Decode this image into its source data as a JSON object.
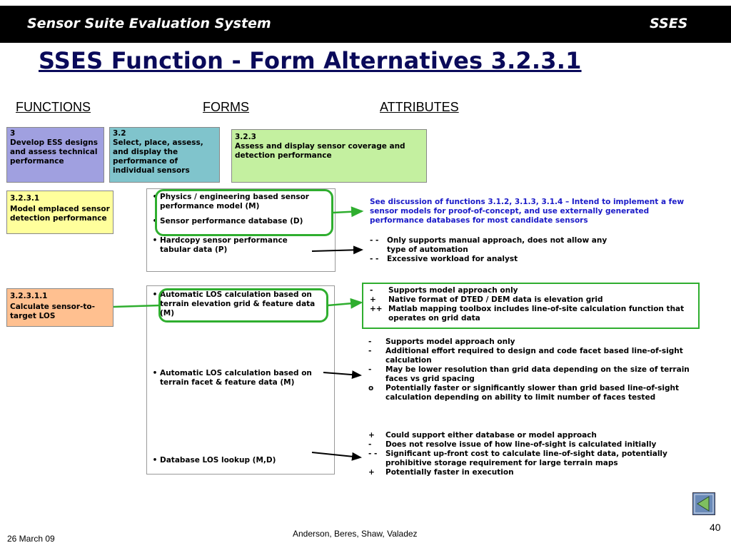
{
  "header": {
    "app_title": "Sensor Suite Evaluation System",
    "app_abbr": "SSES"
  },
  "slide_title": "SSES Function - Form Alternatives 3.2.3.1",
  "columns": {
    "functions": "FUNCTIONS",
    "forms": "FORMS",
    "attributes": "ATTRIBUTES"
  },
  "function_boxes": {
    "f3": {
      "id": "3",
      "text": "Develop ESS designs and assess technical performance",
      "color": "#a0a0e0"
    },
    "f32": {
      "id": "3.2",
      "text": "Select, place,  assess, and display the performance of individual sensors",
      "color": "#80c4cc"
    },
    "f323": {
      "id": "3.2.3",
      "text": "Assess and display sensor coverage and detection performance",
      "color": "#c4f0a0"
    },
    "f3231": {
      "id": "3.2.3.1",
      "text": "Model emplaced sensor detection performance",
      "color": "#ffff9c"
    },
    "f32311": {
      "id": "3.2.3.1.1",
      "text": "Calculate sensor-to-target LOS",
      "color": "#ffc090"
    }
  },
  "forms_1": [
    "Physics / engineering based sensor performance model (M)",
    "Sensor performance database (D)",
    "Hardcopy sensor performance tabular data (P)"
  ],
  "forms_2": [
    "Automatic LOS calculation based on terrain elevation grid & feature data (M)",
    "Automatic LOS calculation based on terrain facet & feature data (M)",
    "Database LOS lookup (M,D)"
  ],
  "bullet_char": "•",
  "attr_1": {
    "note": "See discussion of functions 3.1.2, 3.1.3, 3.1.4 – Intend to implement a few sensor models for proof-of-concept, and use externally generated performance databases for most candidate sensors",
    "rows": [
      {
        "mark": "- -",
        "text": "Only supports manual approach, does not allow any type of automation"
      },
      {
        "mark": "- -",
        "text": "Excessive workload for analyst"
      }
    ]
  },
  "attr_2": [
    {
      "mark": "-",
      "text": "Supports model approach only"
    },
    {
      "mark": "+",
      "text": "Native format of DTED / DEM data is elevation grid"
    },
    {
      "mark": "++",
      "text": "Matlab mapping toolbox includes line-of-site calculation function that operates on grid data"
    }
  ],
  "attr_3": [
    {
      "mark": "-",
      "text": "Supports model approach only"
    },
    {
      "mark": "-",
      "text": "Additional effort required to design and code facet based line-of-sight calculation"
    },
    {
      "mark": "-",
      "text": "May be lower resolution than grid data depending on the size of terrain faces vs grid spacing"
    },
    {
      "mark": "o",
      "text": "Potentially faster or significantly slower than grid based line-of-sight calculation depending on ability to limit number of faces tested"
    }
  ],
  "attr_4": [
    {
      "mark": "+",
      "text": "Could support either database or model approach"
    },
    {
      "mark": "-",
      "text": "Does not resolve issue of how line-of-sight is calculated initially"
    },
    {
      "mark": "- -",
      "text": "Significant up-front cost to calculate line-of-sight data, potentially prohibitive storage requirement for large terrain maps"
    },
    {
      "mark": "+",
      "text": "Potentially faster in execution"
    }
  ],
  "footer": {
    "date": "26 March 09",
    "authors": "Anderson, Beres, Shaw, Valadez",
    "page": "40"
  },
  "colors": {
    "title": "#0a0a5a",
    "ring": "#2fae2f",
    "note_blue": "#1a1ac8"
  }
}
